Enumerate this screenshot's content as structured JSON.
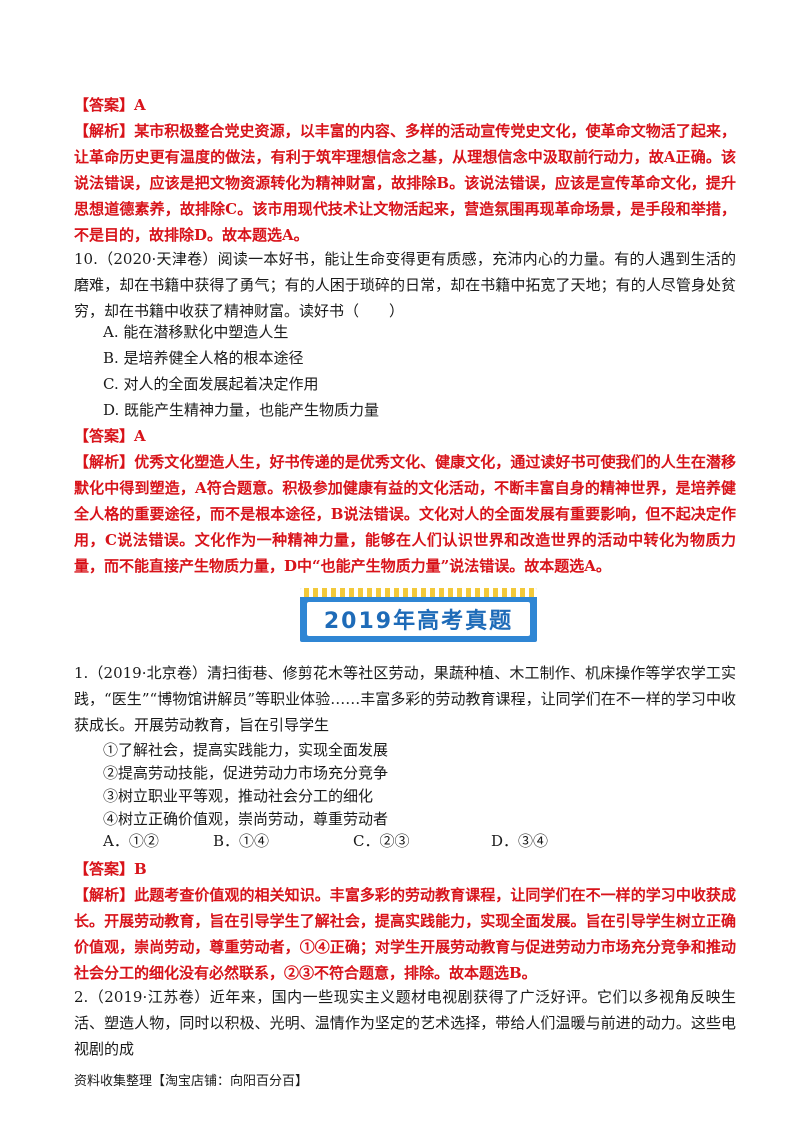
{
  "q9": {
    "answer_label": "【答案】",
    "answer_value": "A",
    "analysis_label": "【解析】",
    "analysis_text": "某市积极整合党史资源，以丰富的内容、多样的活动宣传党史文化，使革命文物活了起来，让革命历史更有温度的做法，有利于筑牢理想信念之基，从理想信念中汲取前行动力，故A正确。该说法错误，应该是把文物资源转化为精神财富，故排除B。该说法错误，应该是宣传革命文化，提升思想道德素养，故排除C。该市用现代技术让文物活起来，营造氛围再现革命场景，是手段和举措，不是目的，故排除D。故本题选A。"
  },
  "q10": {
    "stem": "10.（2020·天津卷）阅读一本好书，能让生命变得更有质感，充沛内心的力量。有的人遇到生活的磨难，却在书籍中获得了勇气；有的人困于琐碎的日常，却在书籍中拓宽了天地；有的人尽管身处贫穷，却在书籍中收获了精神财富。读好书（　　）",
    "options": [
      "A. 能在潜移默化中塑造人生",
      "B. 是培养健全人格的根本途径",
      "C. 对人的全面发展起着决定作用",
      "D. 既能产生精神力量，也能产生物质力量"
    ],
    "answer_label": "【答案】",
    "answer_value": "A",
    "analysis_label": "【解析】",
    "analysis_text": "优秀文化塑造人生，好书传递的是优秀文化、健康文化，通过读好书可使我们的人生在潜移默化中得到塑造，A符合题意。积极参加健康有益的文化活动，不断丰富自身的精神世界，是培养健全人格的重要途径，而不是根本途径，B说法错误。文化对人的全面发展有重要影响，但不起决定作用，C说法错误。文化作为一种精神力量，能够在人们认识世界和改造世界的活动中转化为物质力量，而不能直接产生物质力量，D中“也能产生物质力量”说法错误。故本题选A。"
  },
  "banner": {
    "title": "2019年高考真题"
  },
  "q1": {
    "stem": "1.（2019·北京卷）清扫街巷、修剪花木等社区劳动，果蔬种植、木工制作、机床操作等学农学工实践，“医生”“博物馆讲解员”等职业体验……丰富多彩的劳动教育课程，让同学们在不一样的学习中收获成长。开展劳动教育，旨在引导学生",
    "items": [
      "①了解社会，提高实践能力，实现全面发展",
      "②提高劳动技能，促进劳动力市场充分竞争",
      "③树立职业平等观，推动社会分工的细化",
      "④树立正确价值观，崇尚劳动，尊重劳动者"
    ],
    "choices": [
      "A．①②",
      "B．①④",
      "C．②③",
      "D．③④"
    ],
    "answer_label": "【答案】",
    "answer_value": "B",
    "analysis_label": "【解析】",
    "analysis_text": "此题考查价值观的相关知识。丰富多彩的劳动教育课程，让同学们在不一样的学习中收获成长。开展劳动教育，旨在引导学生了解社会，提高实践能力，实现全面发展。旨在引导学生树立正确价值观，崇尚劳动，尊重劳动者，①④正确；对学生开展劳动教育与促进劳动力市场充分竞争和推动社会分工的细化没有必然联系，②③不符合题意，排除。故本题选B。"
  },
  "q2": {
    "stem": "2.（2019·江苏卷）近年来，国内一些现实主义题材电视剧获得了广泛好评。它们以多视角反映生活、塑造人物，同时以积极、光明、温情作为坚定的艺术选择，带给人们温暖与前进的动力。这些电视剧的成"
  },
  "footer": {
    "text": "资料收集整理【淘宝店铺：向阳百分百】"
  }
}
